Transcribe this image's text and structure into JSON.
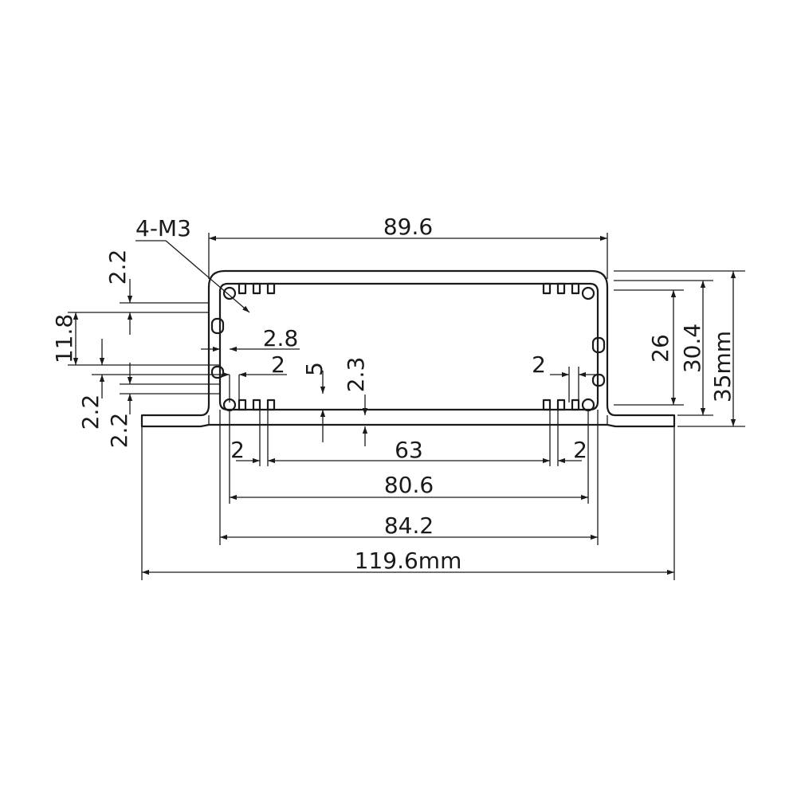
{
  "drawing": {
    "callout_thread": "4-M3",
    "dimensions": {
      "top_width": "89.6",
      "base_width": "119.6mm",
      "outer_body_width": "84.2",
      "inner_width": "80.6",
      "slot_pitch": "63",
      "slot_left_width": "2",
      "slot_right_width": "2",
      "height_total": "35mm",
      "height_inner": "30.4",
      "height_cavity": "26",
      "left_offset_top": "2.2",
      "left_rail_height": "11.8",
      "left_gap_a": "2.2",
      "left_gap_b": "2.2",
      "groove_depth": "2.8",
      "groove_width": "2",
      "rib_height": "5",
      "base_step": "2.3",
      "right_groove_width": "2"
    }
  }
}
